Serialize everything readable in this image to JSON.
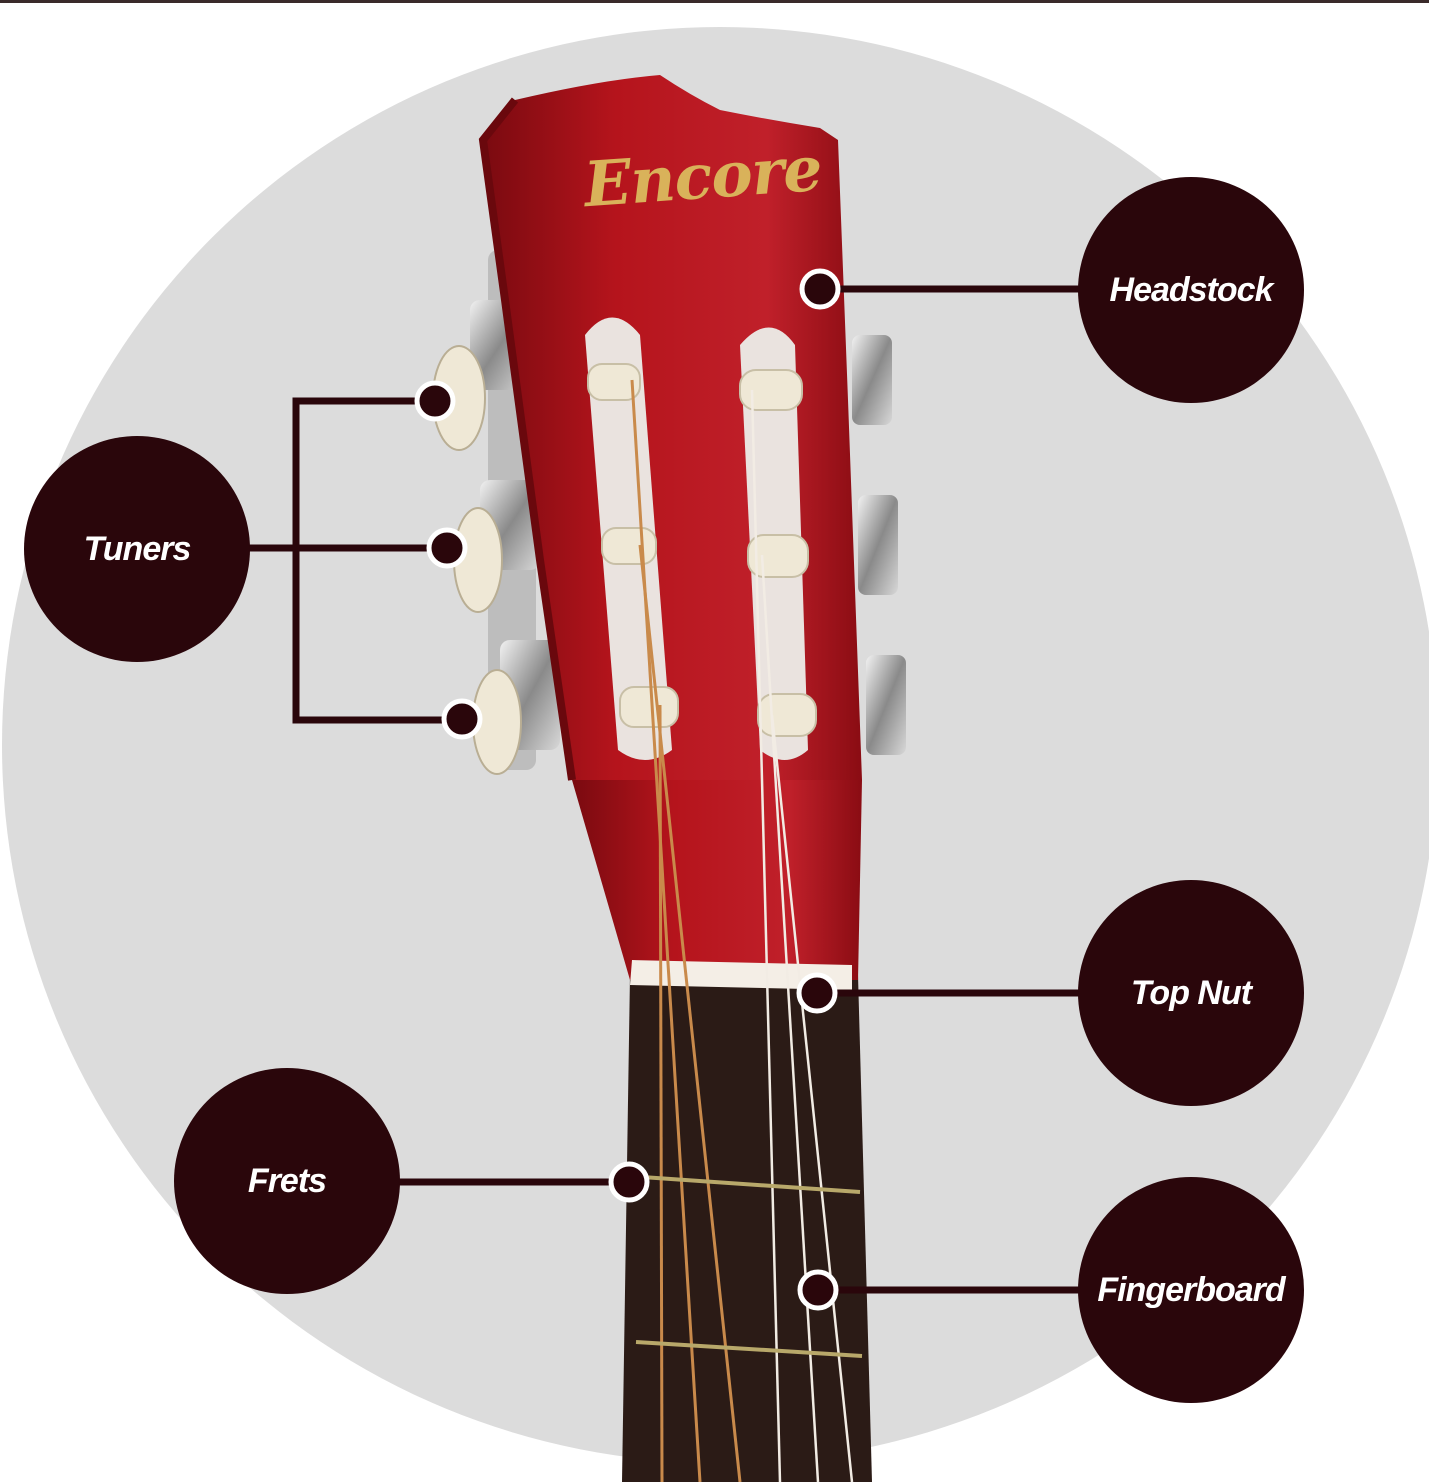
{
  "brand": {
    "logo_text": "Encore",
    "logo_color": "#d9b25a"
  },
  "colors": {
    "backdrop_circle": "#dcdcdc",
    "bubble": "#2a060b",
    "leader_line": "#2a060b",
    "headstock_red": "#b5141c",
    "fingerboard": "#2b1b16",
    "tuner_button": "#efe8d6",
    "string_gold": "#c98a4b",
    "string_nylon": "#f2ece4"
  },
  "labels": {
    "headstock": "Headstock",
    "tuners": "Tuners",
    "top_nut": "Top Nut",
    "frets": "Frets",
    "fingerboard": "Fingerboard"
  }
}
